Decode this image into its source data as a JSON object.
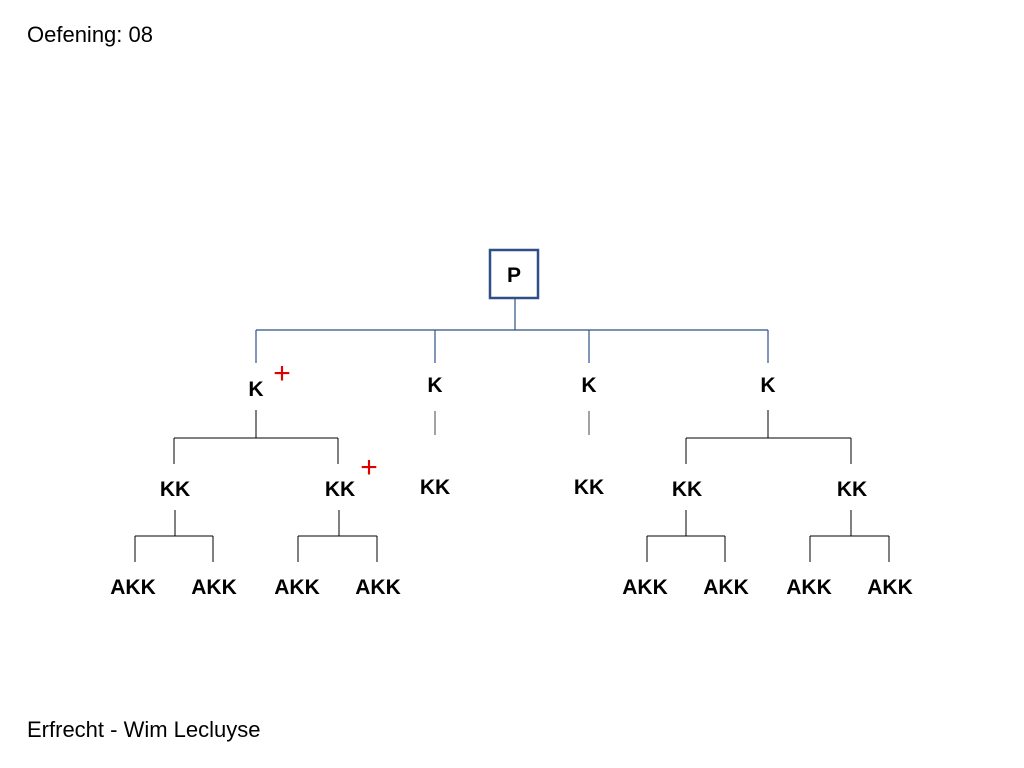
{
  "header": {
    "title": "Oefening: 08"
  },
  "footer": {
    "text": "Erfrecht - Wim Lecluyse"
  },
  "diagram": {
    "root": "P",
    "children": [
      {
        "label": "K",
        "deceased": true,
        "deceased_mark": "+",
        "children": [
          {
            "label": "KK",
            "deceased": false,
            "children": [
              "AKK",
              "AKK"
            ]
          },
          {
            "label": "KK",
            "deceased": true,
            "deceased_mark": "+",
            "children": [
              "AKK",
              "AKK"
            ]
          }
        ]
      },
      {
        "label": "K",
        "deceased": false,
        "children": [
          {
            "label": "KK",
            "children": []
          }
        ]
      },
      {
        "label": "K",
        "deceased": false,
        "children": [
          {
            "label": "KK",
            "children": []
          }
        ]
      },
      {
        "label": "K",
        "deceased": false,
        "children": [
          {
            "label": "KK",
            "deceased": false,
            "children": [
              "AKK",
              "AKK"
            ]
          },
          {
            "label": "KK",
            "deceased": false,
            "children": [
              "AKK",
              "AKK"
            ]
          }
        ]
      }
    ],
    "colors": {
      "connector_top": "#2f4f88",
      "deceased": "#e00000",
      "root_border": "#2f4f88"
    }
  }
}
